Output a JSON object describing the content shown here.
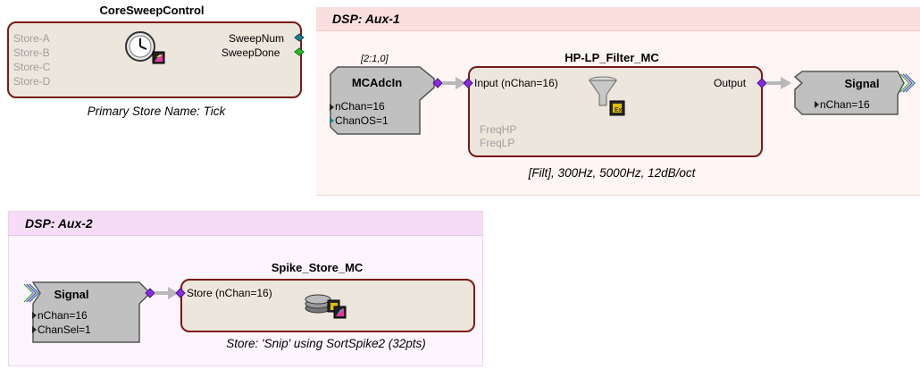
{
  "core_sweep": {
    "title": "CoreSweepControl",
    "inputs": [
      "Store-A",
      "Store-B",
      "Store-C",
      "Store-D"
    ],
    "outputs": [
      "SweepNum",
      "SweepDone"
    ],
    "caption": "Primary Store Name:  Tick",
    "icon": "clock-icon"
  },
  "aux1": {
    "title": "DSP: Aux-1",
    "adc": {
      "index": "[2:1,0]",
      "title": "MCAdcIn",
      "params": [
        "nChan=16",
        "ChanOS=1"
      ]
    },
    "filter": {
      "title": "HP-LP_Filter_MC",
      "input": "Input  (nChan=16)",
      "output": "Output",
      "params": [
        "FreqHP",
        "FreqLP"
      ],
      "caption": "[Filt],  300Hz,   5000Hz,   12dB/oct",
      "icon": "funnel-icon"
    },
    "signal": {
      "title": "Signal",
      "param": "nChan=16"
    }
  },
  "aux2": {
    "title": "DSP: Aux-2",
    "signal": {
      "title": "Signal",
      "params": [
        "nChan=16",
        "ChanSel=1"
      ]
    },
    "store": {
      "title": "Spike_Store_MC",
      "input": "Store  (nChan=16)",
      "caption": "Store: 'Snip' using SortSpike2 (32pts)",
      "icon": "disk-stack-icon"
    }
  },
  "colors": {
    "aux1_title_bg": "#fbdede",
    "aux1_bg": "#fff5f5",
    "aux2_title_bg": "#f6dcf6",
    "aux2_bg": "#fdf5fd",
    "box_border": "#7a1818",
    "box_fill": "#ece6dc",
    "gray_block": "#bfbfbf",
    "port_purple": "#8a2be2",
    "port_green": "#22c022",
    "port_teal": "#1e7f8a"
  }
}
